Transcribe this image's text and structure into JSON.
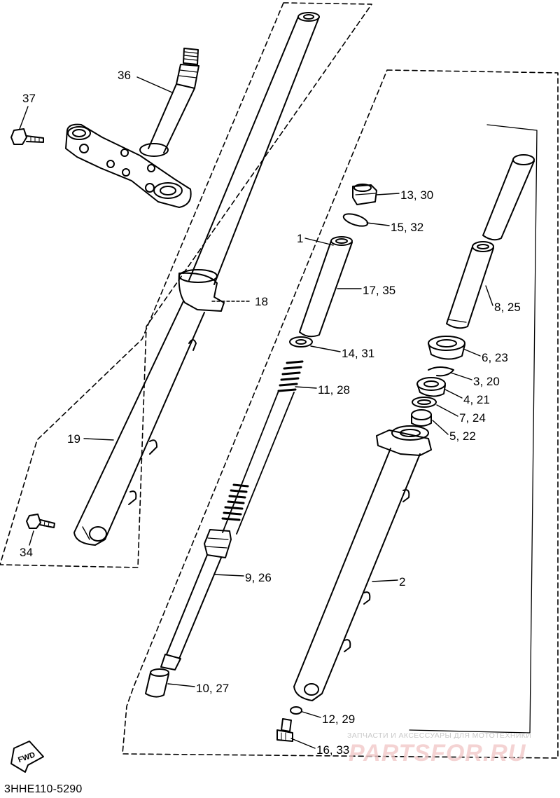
{
  "diagram": {
    "code": "3HHE110-5290",
    "fwd_label": "FWD",
    "watermark": {
      "line1": "ЗАПЧАСТИ И АКСЕССУАРЫ ДЛЯ МОТОТЕХНИКИ",
      "line2": "PARTSFOR.RU"
    },
    "callouts": [
      {
        "id": "c36",
        "text": "36"
      },
      {
        "id": "c37",
        "text": "37"
      },
      {
        "id": "c18",
        "text": "18"
      },
      {
        "id": "c19",
        "text": "19"
      },
      {
        "id": "c34",
        "text": "34"
      },
      {
        "id": "c1",
        "text": "1"
      },
      {
        "id": "c13",
        "text": "13, 30"
      },
      {
        "id": "c15",
        "text": "15, 32"
      },
      {
        "id": "c17",
        "text": "17, 35"
      },
      {
        "id": "c14",
        "text": "14, 31"
      },
      {
        "id": "c11",
        "text": "11, 28"
      },
      {
        "id": "c9",
        "text": "9, 26"
      },
      {
        "id": "c10",
        "text": "10, 27"
      },
      {
        "id": "c12",
        "text": "12, 29"
      },
      {
        "id": "c16",
        "text": "16, 33"
      },
      {
        "id": "c8",
        "text": "8, 25"
      },
      {
        "id": "c6",
        "text": "6, 23"
      },
      {
        "id": "c3",
        "text": "3, 20"
      },
      {
        "id": "c4",
        "text": "4, 21"
      },
      {
        "id": "c7",
        "text": "7, 24"
      },
      {
        "id": "c5",
        "text": "5, 22"
      },
      {
        "id": "c2",
        "text": "2"
      }
    ]
  }
}
